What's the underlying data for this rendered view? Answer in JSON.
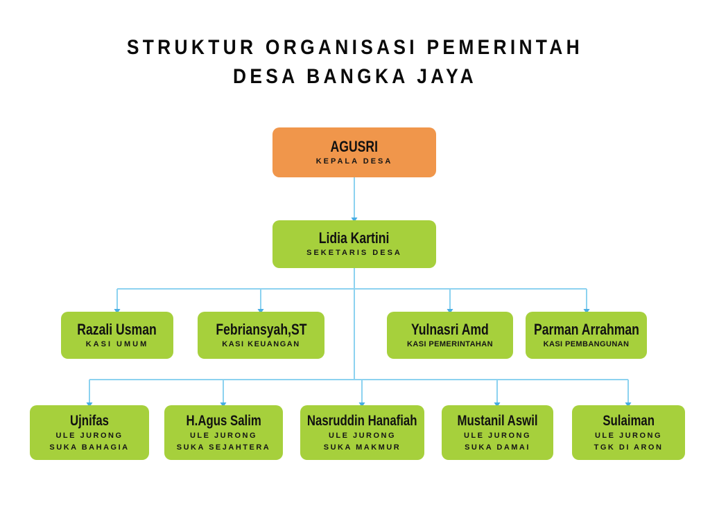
{
  "title": {
    "line1": "STRUKTUR ORGANISASI PEMERINTAH",
    "line2": "DESA BANGKA JAYA"
  },
  "colors": {
    "root_node_fill": "#F0964B",
    "node_fill": "#A6D03C",
    "connector_line": "#8CD2F0",
    "connector_arrow": "#48ADE2",
    "text": "#0E0E0E",
    "background": "#FFFFFF"
  },
  "org": {
    "root": {
      "name": "AGUSRI",
      "role": "KEPALA DESA"
    },
    "secretary": {
      "name": "Lidia Kartini",
      "role": "SEKETARIS DESA"
    },
    "level3": [
      {
        "name": "Razali Usman",
        "role": "KASI UMUM"
      },
      {
        "name": "Febriansyah,ST",
        "role": "KASI KEUANGAN"
      },
      {
        "name": "Yulnasri Amd",
        "role": "KASI PEMERINTAHAN"
      },
      {
        "name": "Parman Arrahman",
        "role": "KASI PEMBANGUNAN"
      }
    ],
    "level4": [
      {
        "name": "Ujnifas",
        "role_line1": "ULE JURONG",
        "role_line2": "SUKA BAHAGIA"
      },
      {
        "name": "H.Agus Salim",
        "role_line1": "ULE JURONG",
        "role_line2": "SUKA SEJAHTERA"
      },
      {
        "name": "Nasruddin Hanafiah",
        "role_line1": "ULE JURONG",
        "role_line2": "SUKA MAKMUR"
      },
      {
        "name": "Mustanil Aswil",
        "role_line1": "ULE JURONG",
        "role_line2": "SUKA DAMAI"
      },
      {
        "name": "Sulaiman",
        "role_line1": "ULE JURONG",
        "role_line2": "TGK DI ARON"
      }
    ]
  }
}
